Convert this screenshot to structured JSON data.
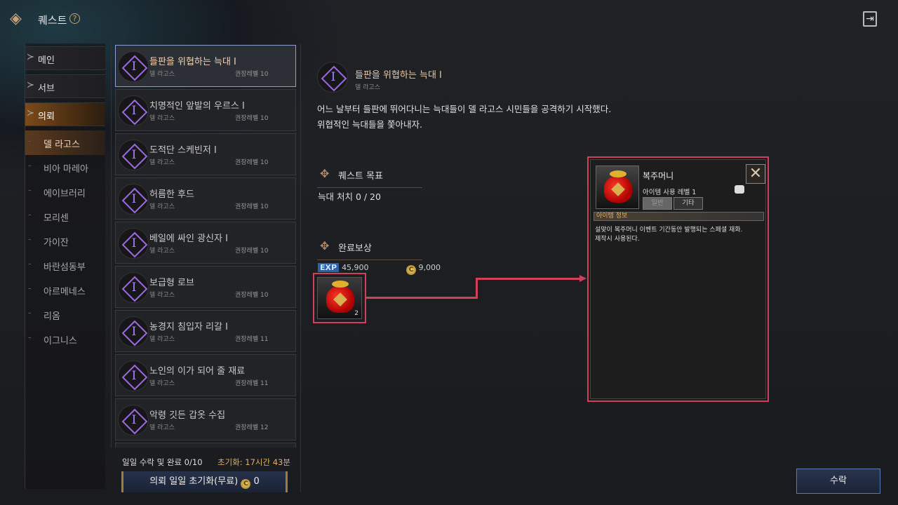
{
  "header": {
    "title": "퀘스트",
    "help": "?"
  },
  "nav": {
    "categories": [
      "메인",
      "서브",
      "의뢰"
    ],
    "regions": [
      "델 라고스",
      "비아 마레아",
      "에이브러리",
      "모리센",
      "가이잔",
      "바란섬동부",
      "아르메네스",
      "리옴",
      "이그니스"
    ]
  },
  "quests": [
    {
      "name": "들판을 위협하는 늑대 Ⅰ",
      "region": "델 라고스",
      "level": "권장레벨 10"
    },
    {
      "name": "치명적인 앞발의 우르스 Ⅰ",
      "region": "델 라고스",
      "level": "권장레벨 10"
    },
    {
      "name": "도적단 스케빈저 Ⅰ",
      "region": "델 라고스",
      "level": "권장레벨 10"
    },
    {
      "name": "허름한 후드",
      "region": "델 라고스",
      "level": "권장레벨 10"
    },
    {
      "name": "베일에 싸인 광신자 Ⅰ",
      "region": "델 라고스",
      "level": "권장레벨 10"
    },
    {
      "name": "보급형 로브",
      "region": "델 라고스",
      "level": "권장레벨 10"
    },
    {
      "name": "농경지 침입자 리갈 Ⅰ",
      "region": "델 라고스",
      "level": "권장레벨 11"
    },
    {
      "name": "노인의 이가 되어 줄 재료",
      "region": "델 라고스",
      "level": "권장레벨 11"
    },
    {
      "name": "악령 깃든 갑옷 수집",
      "region": "델 라고스",
      "level": "권장레벨 12"
    }
  ],
  "quest_icon": "I",
  "daily": {
    "count": "일일 수락 및 완료 0/10",
    "reset": "초기화: 17시간 43분",
    "button": "의뢰 일일 초기화(무료)",
    "cost": "0"
  },
  "detail": {
    "title": "들판을 위협하는 늑대 Ⅰ",
    "region": "델 라고스",
    "desc1": "어느 날부터 들판에 뛰어다니는 늑대들이 델 라고스 시민들을 공격하기 시작했다.",
    "desc2": "위협적인 늑대들을 쫓아내자.",
    "objective_label": "퀘스트 목표",
    "objective": "늑대 처치 0 / 20",
    "reward_label": "완료보상",
    "exp_label": "EXP",
    "exp": "45,900",
    "gold": "9,000",
    "item_count": "2"
  },
  "tooltip": {
    "name": "복주머니",
    "level": "아이템 사용 레벨  1",
    "tab1": "일반",
    "tab2": "기타",
    "info_label": "아이템 정보",
    "desc1": "설맞이 복주머니 이벤트 기간동안 발행되는 스페셜 재화.",
    "desc2": "제작시 사용된다."
  },
  "accept": "수락",
  "colors": {
    "highlight": "#d0405a",
    "accent": "#e0b060"
  }
}
